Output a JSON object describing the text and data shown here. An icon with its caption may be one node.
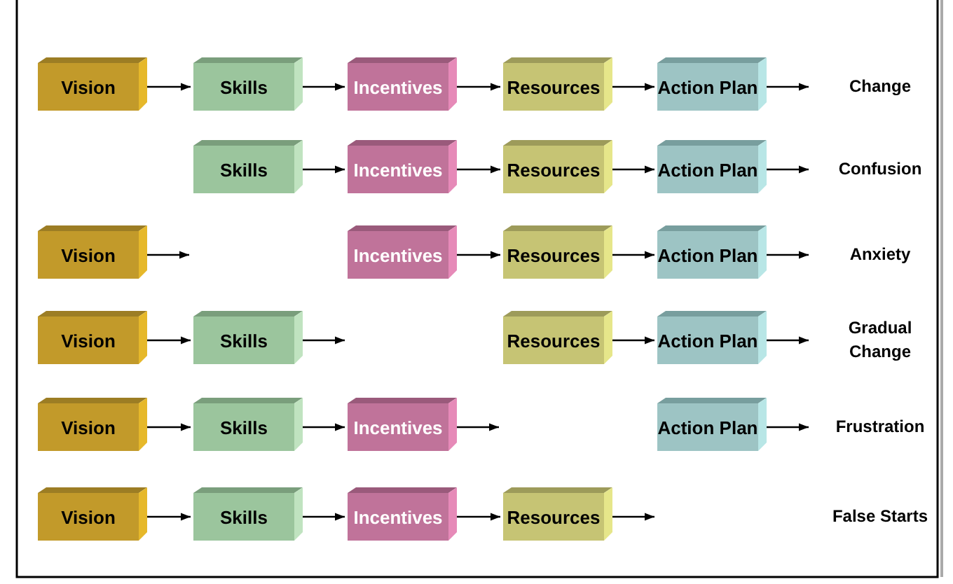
{
  "diagram": {
    "nodes": [
      {
        "text": [
          "Vision"
        ]
      },
      {
        "text": [
          "Skills"
        ]
      },
      {
        "text": [
          "Incentives"
        ]
      },
      {
        "text": [
          "Resources"
        ]
      },
      {
        "text": [
          "Action Plan"
        ]
      },
      {
        "text": [
          "Skills"
        ]
      },
      {
        "text": [
          "Incentives"
        ]
      },
      {
        "text": [
          "Resources"
        ]
      },
      {
        "text": [
          "Action Plan"
        ]
      },
      {
        "text": [
          "Vision"
        ]
      },
      {
        "text": [
          "Incentives"
        ]
      },
      {
        "text": [
          "Resources"
        ]
      },
      {
        "text": [
          "Action Plan"
        ]
      },
      {
        "text": [
          "Vision"
        ]
      },
      {
        "text": [
          "Skills"
        ]
      },
      {
        "text": [
          "Resources"
        ]
      },
      {
        "text": [
          "Action Plan"
        ]
      },
      {
        "text": [
          "Vision"
        ]
      },
      {
        "text": [
          "Skills"
        ]
      },
      {
        "text": [
          "Incentives"
        ]
      },
      {
        "text": [
          "Action Plan"
        ]
      },
      {
        "text": [
          "Vision"
        ]
      },
      {
        "text": [
          "Skills"
        ]
      },
      {
        "text": [
          "Incentives"
        ]
      },
      {
        "text": [
          "Resources"
        ]
      }
    ],
    "edges": [
      {
        "from": 0,
        "to": 1,
        "arrow": "to"
      },
      {
        "from": 1,
        "to": 2,
        "arrow": "to"
      },
      {
        "from": 2,
        "to": 3,
        "arrow": "to"
      },
      {
        "from": 3,
        "to": 4,
        "arrow": "to"
      },
      {
        "from": 4,
        "to": null,
        "arrow": "to"
      },
      {
        "from": 5,
        "to": 6,
        "arrow": "to"
      },
      {
        "from": 6,
        "to": 7,
        "arrow": "to"
      },
      {
        "from": 7,
        "to": 8,
        "arrow": "to"
      },
      {
        "from": 8,
        "to": null,
        "arrow": "to"
      },
      {
        "from": 9,
        "to": null,
        "arrow": "to"
      },
      {
        "from": 10,
        "to": 11,
        "arrow": "to"
      },
      {
        "from": 11,
        "to": 12,
        "arrow": "to"
      },
      {
        "from": 12,
        "to": null,
        "arrow": "to"
      },
      {
        "from": 13,
        "to": 14,
        "arrow": "to"
      },
      {
        "from": 14,
        "to": null,
        "arrow": "to"
      },
      {
        "from": 15,
        "to": 16,
        "arrow": "to"
      },
      {
        "from": 16,
        "to": null,
        "arrow": "to"
      },
      {
        "from": 17,
        "to": 18,
        "arrow": "to"
      },
      {
        "from": 18,
        "to": 19,
        "arrow": "to"
      },
      {
        "from": 19,
        "to": null,
        "arrow": "to"
      },
      {
        "from": 20,
        "to": null,
        "arrow": "to"
      },
      {
        "from": 21,
        "to": 22,
        "arrow": "to"
      },
      {
        "from": 22,
        "to": 23,
        "arrow": "to"
      },
      {
        "from": 23,
        "to": 24,
        "arrow": "to"
      },
      {
        "from": 24,
        "to": null,
        "arrow": "to"
      }
    ],
    "labels": [
      "Change",
      "Confusion",
      "Anxiety",
      "Gradual Change",
      "Frustration",
      "False Starts"
    ]
  }
}
